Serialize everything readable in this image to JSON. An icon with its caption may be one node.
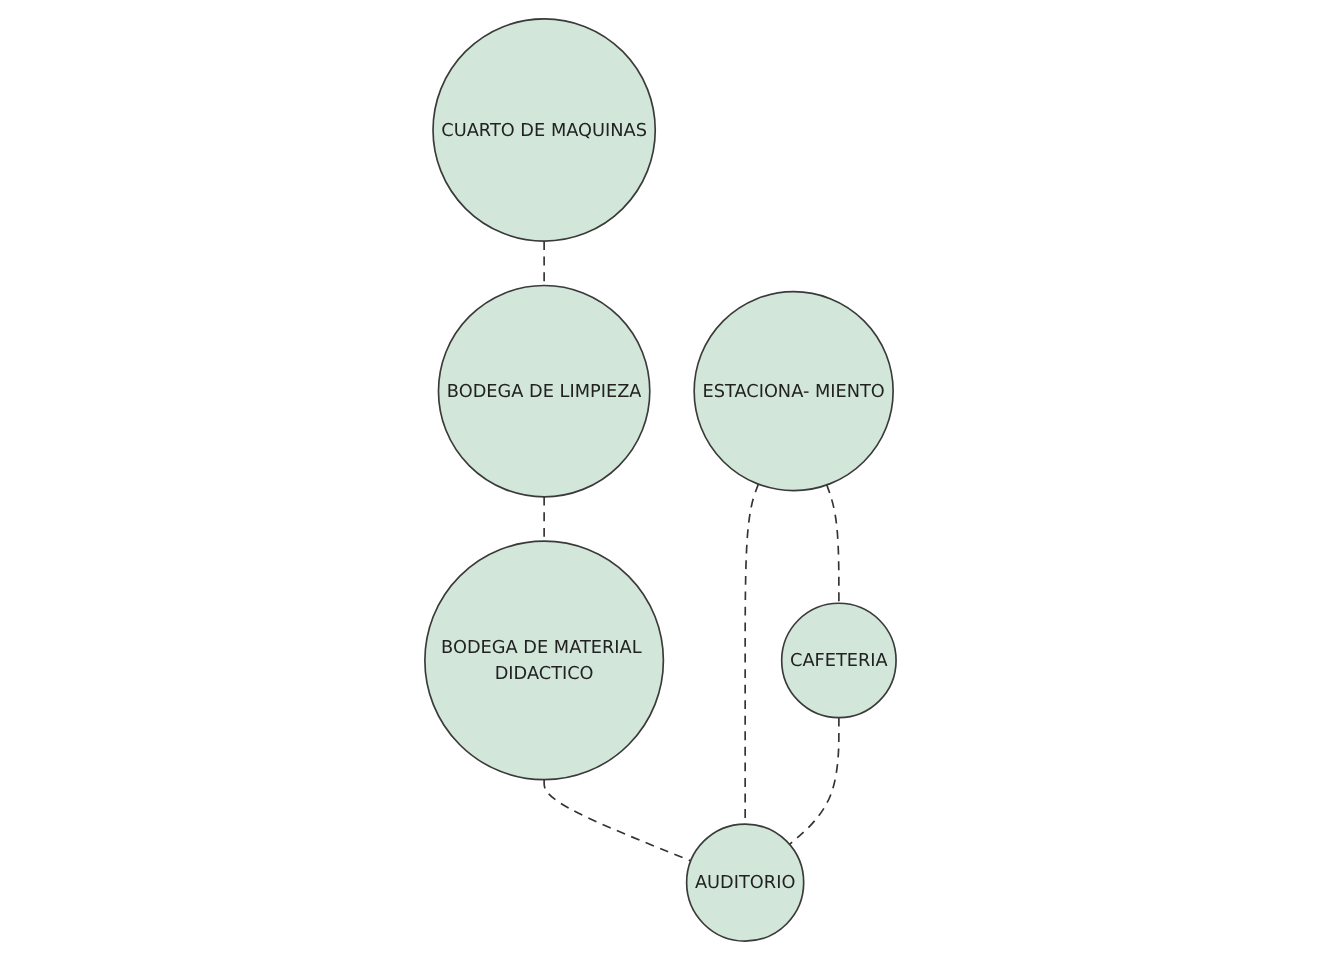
{
  "diagram": {
    "nodes": [
      {
        "text": [
          "CUARTO DE MAQUINAS"
        ]
      },
      {
        "text": [
          "BODEGA DE LIMPIEZA"
        ]
      },
      {
        "text": [
          "BODEGA DE MATERIAL DIDACTICO"
        ]
      },
      {
        "text": [
          "ESTACIONA- MIENTO"
        ]
      },
      {
        "text": [
          "CAFETERIA"
        ]
      },
      {
        "text": [
          "AUDITORIO"
        ]
      }
    ],
    "edges": [
      {
        "from": 0,
        "to": 1,
        "arrow": "none",
        "style": "dashed"
      },
      {
        "from": 1,
        "to": 2,
        "arrow": "none",
        "style": "dashed"
      },
      {
        "from": 2,
        "to": 5,
        "arrow": "none",
        "style": "dashed"
      },
      {
        "from": 3,
        "to": 4,
        "arrow": "none",
        "style": "dashed"
      },
      {
        "from": 3,
        "to": 5,
        "arrow": "none",
        "style": "dashed"
      },
      {
        "from": 4,
        "to": 5,
        "arrow": "none",
        "style": "dashed"
      }
    ]
  }
}
